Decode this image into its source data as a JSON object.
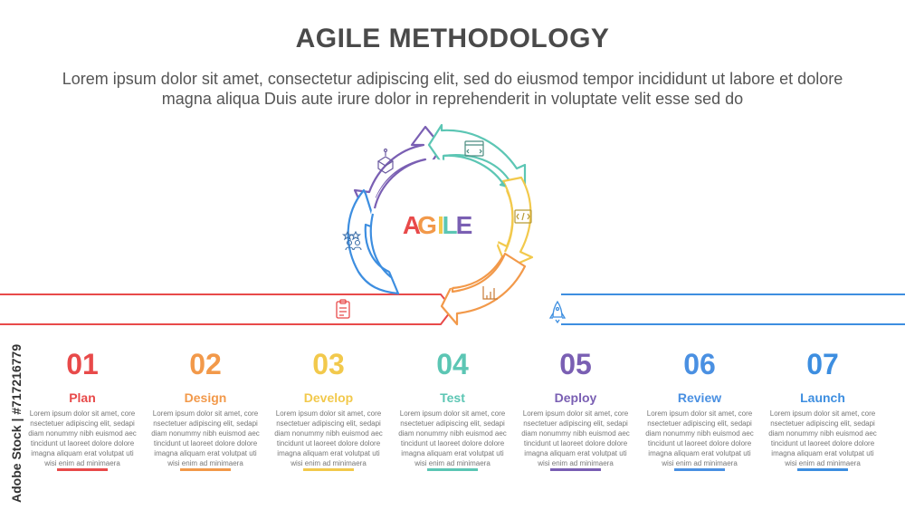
{
  "title": "AGILE METHODOLOGY",
  "subtitle": "Lorem ipsum dolor sit amet, consectetur adipiscing elit, sed do eiusmod tempor incididunt ut labore et dolore magna aliqua Duis aute irure dolor in reprehenderit in voluptate velit esse sed do",
  "watermark_id": "Adobe Stock | #717216779",
  "center_label": {
    "letters": [
      "A",
      "G",
      "I",
      "L",
      "E"
    ],
    "colors": [
      "#e84a4a",
      "#f2994a",
      "#f2c94c",
      "#5cc6b4",
      "#7a5fb3"
    ]
  },
  "cycle_icons": [
    "cloud-network-icon",
    "web-code-icon",
    "code-window-icon",
    "chart-analytics-icon",
    "rating-team-icon"
  ],
  "timeline": {
    "left_color": "#e84a4a",
    "right_color": "#3d8ee0",
    "left_icon": "clipboard-icon",
    "right_icon": "rocket-icon"
  },
  "steps": [
    {
      "number": "01",
      "label": "Plan",
      "color": "#e84a4a",
      "desc": "Lorem ipsum dolor sit amet, core nsectetuer adipiscing elit, sedapi diam nonummy nibh euismod aec tincidunt ut laoreet dolore dolore imagna aliquam erat volutpat uti wisi enim ad minimaera"
    },
    {
      "number": "02",
      "label": "Design",
      "color": "#f2994a",
      "desc": "Lorem ipsum dolor sit amet, core nsectetuer adipiscing elit, sedapi diam nonummy nibh euismod aec tincidunt ut laoreet dolore dolore imagna aliquam erat volutpat uti wisi enim ad minimaera"
    },
    {
      "number": "03",
      "label": "Develop",
      "color": "#f2c94c",
      "desc": "Lorem ipsum dolor sit amet, core nsectetuer adipiscing elit, sedapi diam nonummy nibh euismod aec tincidunt ut laoreet dolore dolore imagna aliquam erat volutpat uti wisi enim ad minimaera"
    },
    {
      "number": "04",
      "label": "Test",
      "color": "#5cc6b4",
      "desc": "Lorem ipsum dolor sit amet, core nsectetuer adipiscing elit, sedapi diam nonummy nibh euismod aec tincidunt ut laoreet dolore dolore imagna aliquam erat volutpat uti wisi enim ad minimaera"
    },
    {
      "number": "05",
      "label": "Deploy",
      "color": "#7a5fb3",
      "desc": "Lorem ipsum dolor sit amet, core nsectetuer adipiscing elit, sedapi diam nonummy nibh euismod aec tincidunt ut laoreet dolore dolore imagna aliquam erat volutpat uti wisi enim ad minimaera"
    },
    {
      "number": "06",
      "label": "Review",
      "color": "#4a90e2",
      "desc": "Lorem ipsum dolor sit amet, core nsectetuer adipiscing elit, sedapi diam nonummy nibh euismod aec tincidunt ut laoreet dolore dolore imagna aliquam erat volutpat uti wisi enim ad minimaera"
    },
    {
      "number": "07",
      "label": "Launch",
      "color": "#3d8ee0",
      "desc": "Lorem ipsum dolor sit amet, core nsectetuer adipiscing elit, sedapi diam nonummy nibh euismod aec tincidunt ut laoreet dolore dolore imagna aliquam erat volutpat uti wisi enim ad minimaera"
    }
  ]
}
